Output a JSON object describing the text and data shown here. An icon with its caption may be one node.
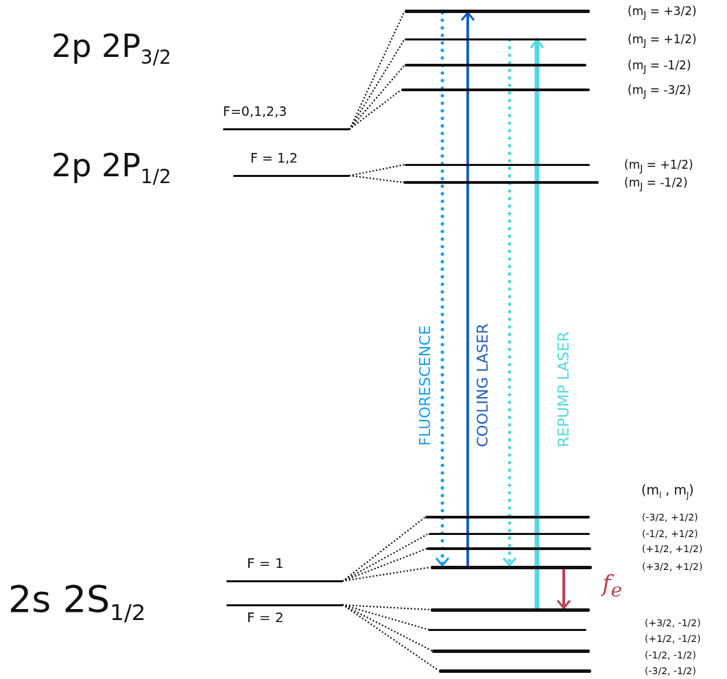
{
  "diagram": {
    "nodes": [
      {
        "text": [
          "F=0,1,2,3"
        ]
      },
      {
        "text": [],
        "shape": "bar",
        "beside": [
          "(m$_{J}$ = +3/2)"
        ]
      },
      {
        "text": [],
        "shape": "bar",
        "beside": [
          "(m$_{J}$ = +1/2)"
        ]
      },
      {
        "text": [],
        "shape": "bar",
        "beside": [
          "(m$_{J}$ = -1/2)"
        ]
      },
      {
        "text": [],
        "shape": "bar",
        "beside": [
          "(m$_{J}$ = -3/2)"
        ]
      },
      {
        "text": [
          "F = 1,2"
        ]
      },
      {
        "text": [],
        "shape": "bar",
        "beside": [
          "(m$_{J}$ = +1/2)"
        ]
      },
      {
        "text": [],
        "shape": "bar",
        "beside": [
          "(m$_{J}$ = -1/2)"
        ]
      },
      {
        "text": [
          "F = 1"
        ]
      },
      {
        "text": [
          "F = 2"
        ]
      },
      {
        "text": [],
        "shape": "bar"
      },
      {
        "text": [],
        "shape": "bar"
      },
      {
        "text": [],
        "shape": "bar"
      },
      {
        "text": [],
        "shape": "bar"
      },
      {
        "text": [],
        "shape": "bar"
      },
      {
        "text": [],
        "shape": "bar"
      },
      {
        "text": [],
        "shape": "bar"
      },
      {
        "text": [],
        "shape": "bar"
      }
    ],
    "edges": [
      {
        "from": 0,
        "to": 1,
        "arrow": "none",
        "style": "dashed"
      },
      {
        "from": 0,
        "to": 2,
        "arrow": "none",
        "style": "dashed"
      },
      {
        "from": 0,
        "to": 3,
        "arrow": "none",
        "style": "dashed"
      },
      {
        "from": 0,
        "to": 4,
        "arrow": "none",
        "style": "dashed"
      },
      {
        "from": 5,
        "to": 6,
        "arrow": "none",
        "style": "dashed"
      },
      {
        "from": 5,
        "to": 7,
        "arrow": "none",
        "style": "dashed"
      },
      {
        "from": 8,
        "to": 10,
        "arrow": "none",
        "style": "dashed"
      },
      {
        "from": 8,
        "to": 11,
        "arrow": "none",
        "style": "dashed"
      },
      {
        "from": 8,
        "to": 12,
        "arrow": "none",
        "style": "dashed"
      },
      {
        "from": 8,
        "to": 13,
        "arrow": "none",
        "style": "dashed"
      },
      {
        "from": 9,
        "to": 14,
        "arrow": "none",
        "style": "dashed"
      },
      {
        "from": 9,
        "to": 15,
        "arrow": "none",
        "style": "dashed"
      },
      {
        "from": 9,
        "to": 16,
        "arrow": "none",
        "style": "dashed"
      },
      {
        "from": 9,
        "to": 17,
        "arrow": "none",
        "style": "dashed"
      },
      {
        "from": 1,
        "to": 13,
        "arrow": "to",
        "label": "FLUORESCENCE",
        "style": "dashed",
        "color": "#1a9be8"
      },
      {
        "from": 13,
        "to": 1,
        "arrow": "to",
        "label": "COOLING LASER",
        "color": "#1c5fbf"
      },
      {
        "from": 2,
        "to": 13,
        "arrow": "to",
        "style": "dashed",
        "color": "#50d8e3"
      },
      {
        "from": 14,
        "to": 2,
        "arrow": "to",
        "label": "REPUMP LASER",
        "style": "thick",
        "color": "#50d8e3"
      },
      {
        "from": 13,
        "to": 14,
        "arrow": "to",
        "label": "f$_{e}$",
        "color": "#c0404f"
      }
    ],
    "labels": [
      "2p 2P$_{3/2}$",
      "2p 2P$_{1/2}$",
      "(m$_{I}$ , m$_{J}$)",
      "(-3/2, +1/2)",
      "(-1/2, +1/2)",
      "(+1/2, +1/2)",
      "(+3/2, +1/2)",
      "2s 2S$_{1/2}$",
      "(+3/2, -1/2)",
      "(+1/2, -1/2)",
      "(-1/2, -1/2)",
      "(-3/2, -1/2)"
    ]
  }
}
